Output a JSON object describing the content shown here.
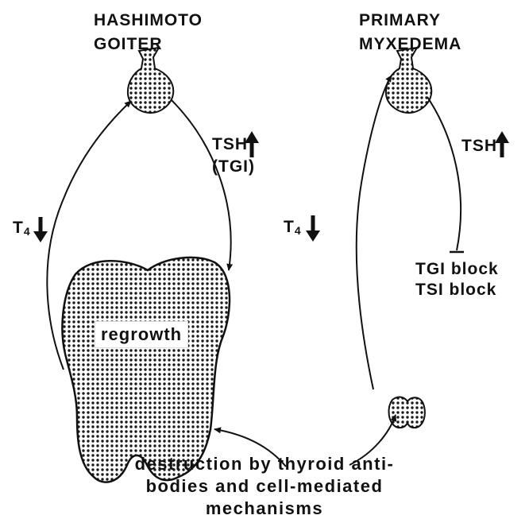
{
  "left_panel": {
    "title_line1": "HASHIMOTO",
    "title_line2": "GOITER",
    "t4_base": "T",
    "t4_sub": "4",
    "tsh_label": "TSH",
    "tgi_label": "(TGI)",
    "center_label": "regrowth"
  },
  "right_panel": {
    "title_line1": "PRIMARY",
    "title_line2": "MYXEDEMA",
    "t4_base": "T",
    "t4_sub": "4",
    "tsh_label": "TSH",
    "block1": "TGI block",
    "block2": "TSI block"
  },
  "caption": {
    "line1": "destruction by thyroid anti-",
    "line2": "bodies and cell-mediated",
    "line3": "mechanisms"
  }
}
